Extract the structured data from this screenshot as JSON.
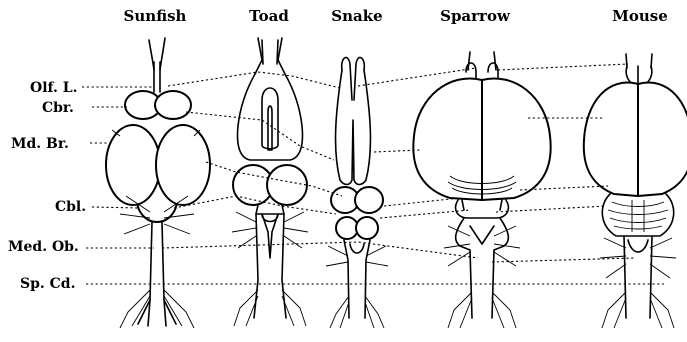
{
  "columns": {
    "sunfish": "Sunfish",
    "toad": "Toad",
    "snake": "Snake",
    "sparrow": "Sparrow",
    "mouse": "Mouse"
  },
  "rows": {
    "olfactory": "Olf. L.",
    "cerebrum": "Cbr.",
    "midbrain": "Md. Br.",
    "cerebellum": "Cbl.",
    "medulla": "Med. Ob.",
    "spinal_cord": "Sp. Cd."
  }
}
